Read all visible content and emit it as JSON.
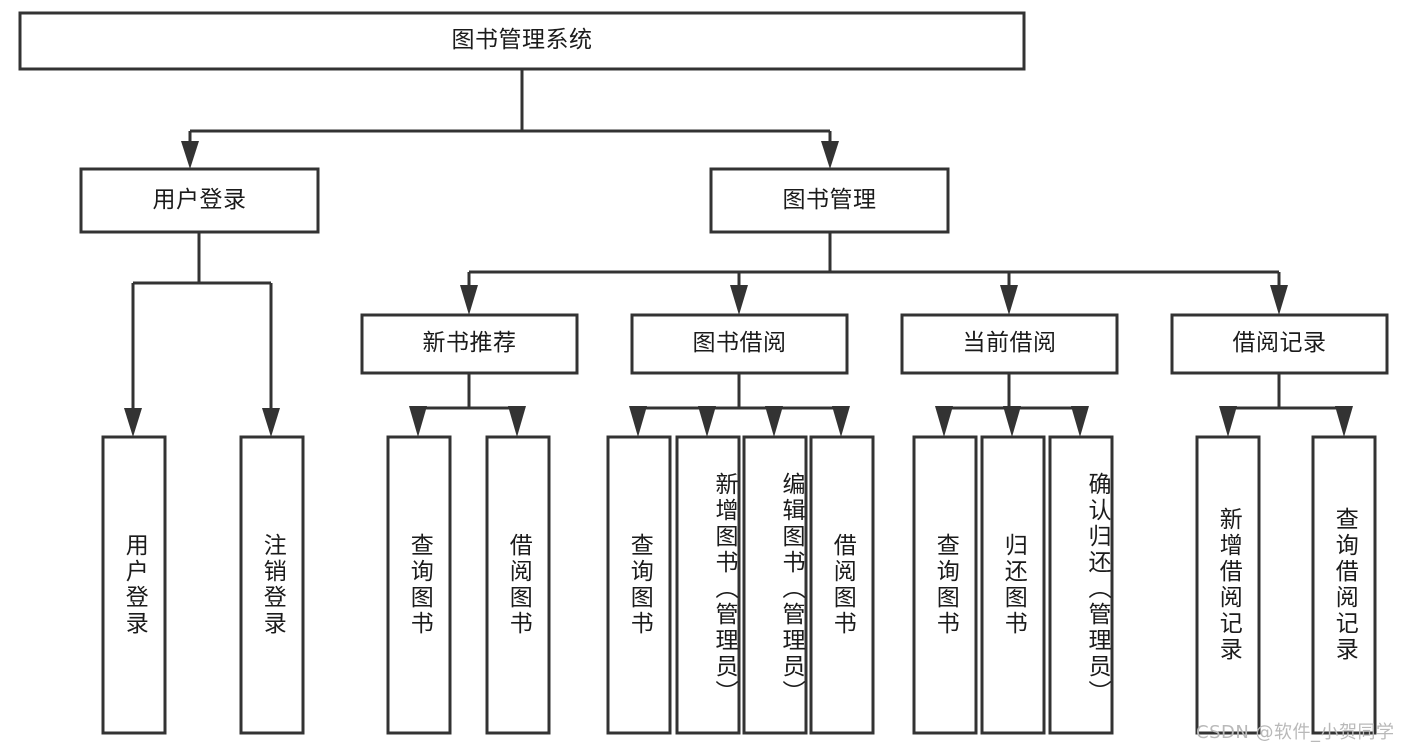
{
  "diagram": {
    "title": "图书管理系统",
    "type": "tree-hierarchy",
    "watermark": "CSDN @软件_小贺同学",
    "colors": {
      "stroke": "#333333",
      "fill": "#ffffff",
      "text": "#1b1b1b",
      "watermark": "#b9b9b9"
    },
    "nodes": {
      "root": {
        "label": "图书管理系统",
        "level": 1,
        "orientation": "horizontal"
      },
      "l2_user_login": {
        "label": "用户登录",
        "level": 2,
        "orientation": "horizontal"
      },
      "l2_book_manage": {
        "label": "图书管理",
        "level": 2,
        "orientation": "horizontal"
      },
      "l3_new_book_rec": {
        "label": "新书推荐",
        "level": 3,
        "orientation": "horizontal"
      },
      "l3_book_borrow": {
        "label": "图书借阅",
        "level": 3,
        "orientation": "horizontal"
      },
      "l3_current_borrow": {
        "label": "当前借阅",
        "level": 3,
        "orientation": "horizontal"
      },
      "l3_borrow_record": {
        "label": "借阅记录",
        "level": 3,
        "orientation": "horizontal"
      },
      "leaf_user_login": {
        "label": "用户登录",
        "level": 3,
        "orientation": "vertical"
      },
      "leaf_logout": {
        "label": "注销登录",
        "level": 3,
        "orientation": "vertical"
      },
      "leaf_rec_query": {
        "label": "查询图书",
        "level": 4,
        "orientation": "vertical"
      },
      "leaf_rec_borrow": {
        "label": "借阅图书",
        "level": 4,
        "orientation": "vertical"
      },
      "leaf_bb_query": {
        "label": "查询图书",
        "level": 4,
        "orientation": "vertical"
      },
      "leaf_bb_add": {
        "label": "新增图书（管理员）",
        "level": 4,
        "orientation": "vertical"
      },
      "leaf_bb_edit": {
        "label": "编辑图书（管理员）",
        "level": 4,
        "orientation": "vertical"
      },
      "leaf_bb_borrow": {
        "label": "借阅图书",
        "level": 4,
        "orientation": "vertical"
      },
      "leaf_cb_query": {
        "label": "查询图书",
        "level": 4,
        "orientation": "vertical"
      },
      "leaf_cb_return": {
        "label": "归还图书",
        "level": 4,
        "orientation": "vertical"
      },
      "leaf_cb_confirm": {
        "label": "确认归还（管理员）",
        "level": 4,
        "orientation": "vertical"
      },
      "leaf_br_add": {
        "label": "新增借阅记录",
        "level": 4,
        "orientation": "vertical"
      },
      "leaf_br_query": {
        "label": "查询借阅记录",
        "level": 4,
        "orientation": "vertical"
      }
    },
    "edges": [
      {
        "from": "root",
        "to": "l2_user_login"
      },
      {
        "from": "root",
        "to": "l2_book_manage"
      },
      {
        "from": "l2_user_login",
        "to": "leaf_user_login"
      },
      {
        "from": "l2_user_login",
        "to": "leaf_logout"
      },
      {
        "from": "l2_book_manage",
        "to": "l3_new_book_rec"
      },
      {
        "from": "l2_book_manage",
        "to": "l3_book_borrow"
      },
      {
        "from": "l2_book_manage",
        "to": "l3_current_borrow"
      },
      {
        "from": "l2_book_manage",
        "to": "l3_borrow_record"
      },
      {
        "from": "l3_new_book_rec",
        "to": "leaf_rec_query"
      },
      {
        "from": "l3_new_book_rec",
        "to": "leaf_rec_borrow"
      },
      {
        "from": "l3_book_borrow",
        "to": "leaf_bb_query"
      },
      {
        "from": "l3_book_borrow",
        "to": "leaf_bb_add"
      },
      {
        "from": "l3_book_borrow",
        "to": "leaf_bb_edit"
      },
      {
        "from": "l3_book_borrow",
        "to": "leaf_bb_borrow"
      },
      {
        "from": "l3_current_borrow",
        "to": "leaf_cb_query"
      },
      {
        "from": "l3_current_borrow",
        "to": "leaf_cb_return"
      },
      {
        "from": "l3_current_borrow",
        "to": "leaf_cb_confirm"
      },
      {
        "from": "l3_borrow_record",
        "to": "leaf_br_add"
      },
      {
        "from": "l3_borrow_record",
        "to": "leaf_br_query"
      }
    ]
  }
}
